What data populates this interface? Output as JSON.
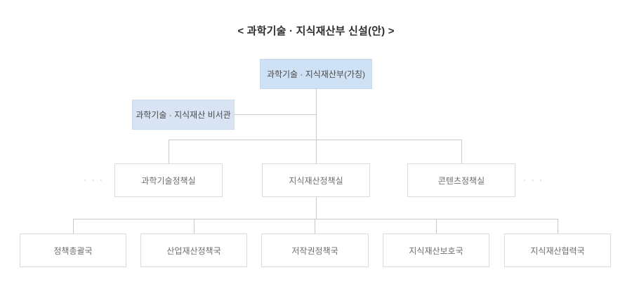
{
  "title": "< 과학기술 · 지식재산부 신설(안) >",
  "org": {
    "root": {
      "label": "과학기술 · 지식재산부(가칭)"
    },
    "secretary": {
      "label": "과학기술 · 지식재산 비서관"
    },
    "offices": [
      {
        "label": "과학기술정책실"
      },
      {
        "label": "지식재산정책실"
      },
      {
        "label": "콘텐츠정책실"
      }
    ],
    "bureaus": [
      {
        "label": "정책총괄국"
      },
      {
        "label": "산업재산정책국"
      },
      {
        "label": "저작권정책국"
      },
      {
        "label": "지식재산보호국"
      },
      {
        "label": "지식재산협력국"
      }
    ],
    "ellipsis_left": "···",
    "ellipsis_right": "···"
  },
  "colors": {
    "highlight_box": "#cfe1f5",
    "highlight_border": "#c5d9f0",
    "secondary_box": "#d8e4f3",
    "secondary_border": "#cddcee",
    "box_border": "#dcdcdc",
    "connector_line": "#c9c9c9",
    "box_text": "#6e6e6e",
    "highlight_text": "#4a4a4a",
    "title_text": "#2e2e2e",
    "ellipsis_color": "#c4c4c4"
  }
}
